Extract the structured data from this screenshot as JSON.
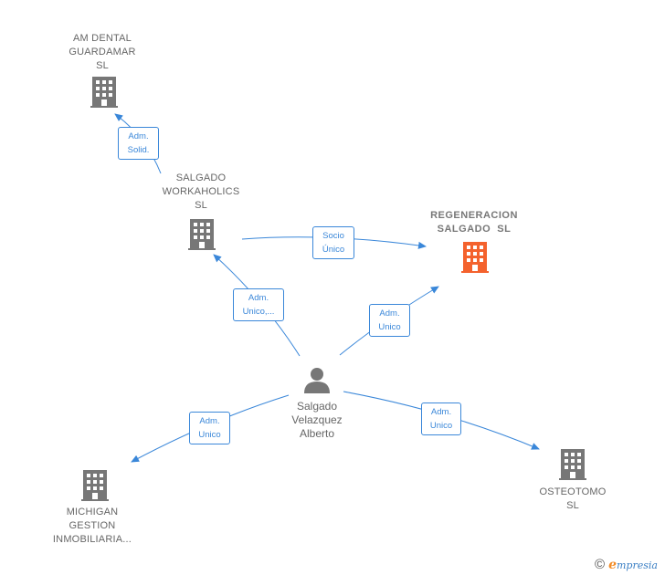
{
  "nodes": {
    "am_dental": {
      "label_lines": [
        "AM DENTAL",
        "GUARDAMAR",
        "SL"
      ],
      "type": "company"
    },
    "salgado_workaholics": {
      "label_lines": [
        "SALGADO",
        "WORKAHOLICS",
        "SL"
      ],
      "type": "company"
    },
    "regeneracion": {
      "label_lines": [
        "REGENERACION",
        "SALGADO  SL"
      ],
      "type": "main"
    },
    "person": {
      "label_lines": [
        "Salgado",
        "Velazquez",
        "Alberto"
      ],
      "type": "person"
    },
    "michigan": {
      "label_lines": [
        "MICHIGAN",
        "GESTION",
        "INMOBILIARIA..."
      ],
      "type": "company"
    },
    "osteotomo": {
      "label_lines": [
        "OSTEOTOMO",
        "SL"
      ],
      "type": "company"
    }
  },
  "edges": {
    "adm_solid": {
      "lines": [
        "Adm.",
        "Solid."
      ]
    },
    "socio_unico": {
      "lines": [
        "Socio",
        "Único"
      ]
    },
    "adm_unico_dots": {
      "lines": [
        "Adm.",
        "Unico,..."
      ]
    },
    "adm_unico_regen": {
      "lines": [
        "Adm.",
        "Unico"
      ]
    },
    "adm_unico_michigan": {
      "lines": [
        "Adm.",
        "Unico"
      ]
    },
    "adm_unico_osteo": {
      "lines": [
        "Adm.",
        "Unico"
      ]
    }
  },
  "colors": {
    "edge": "#3a87d9",
    "company_icon": "#777777",
    "main_icon": "#f4622d",
    "person_icon": "#777777"
  },
  "icons": {
    "company": "building-icon",
    "main": "building-icon",
    "person": "person-icon"
  },
  "brand": {
    "copyright": "©",
    "initial": "e",
    "rest": "mpresia"
  }
}
